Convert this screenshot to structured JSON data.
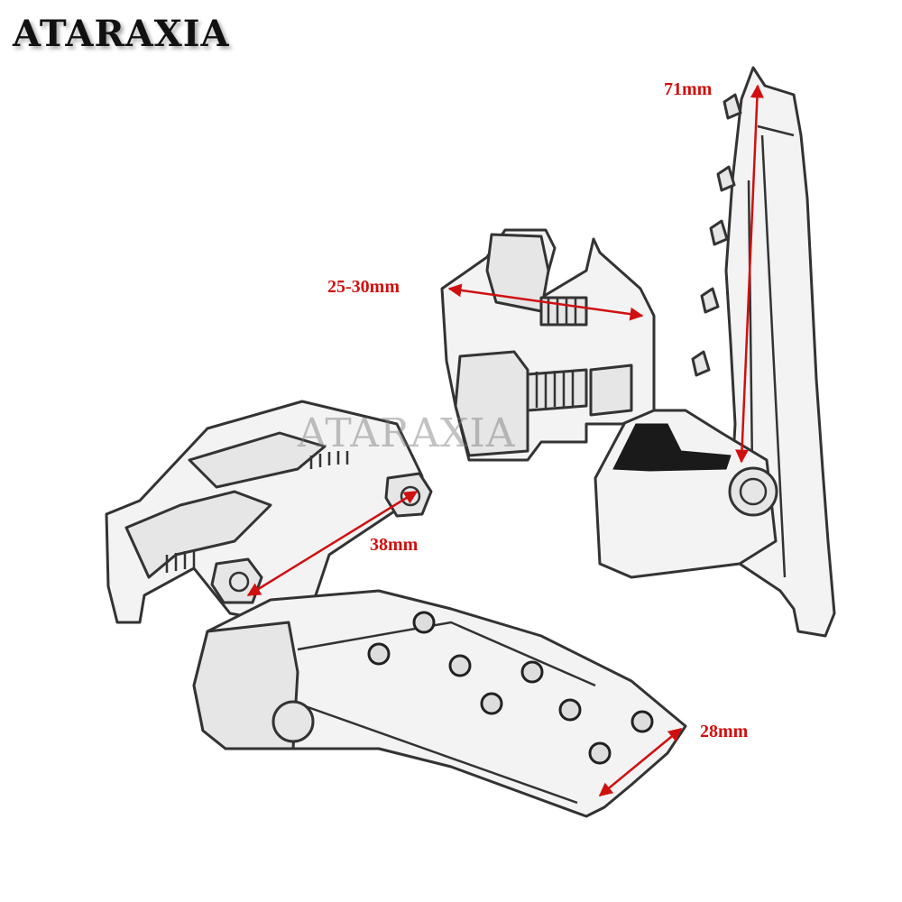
{
  "brand": {
    "logo_text": "ATARAXIA"
  },
  "watermark": {
    "text": "ATARAXIA"
  },
  "dimensions": {
    "height": "71mm",
    "clamp_range": "25-30mm",
    "bolt_span": "38mm",
    "pedal_width": "28mm"
  },
  "colors": {
    "dimension_color": "#d01010",
    "background": "#ffffff"
  }
}
